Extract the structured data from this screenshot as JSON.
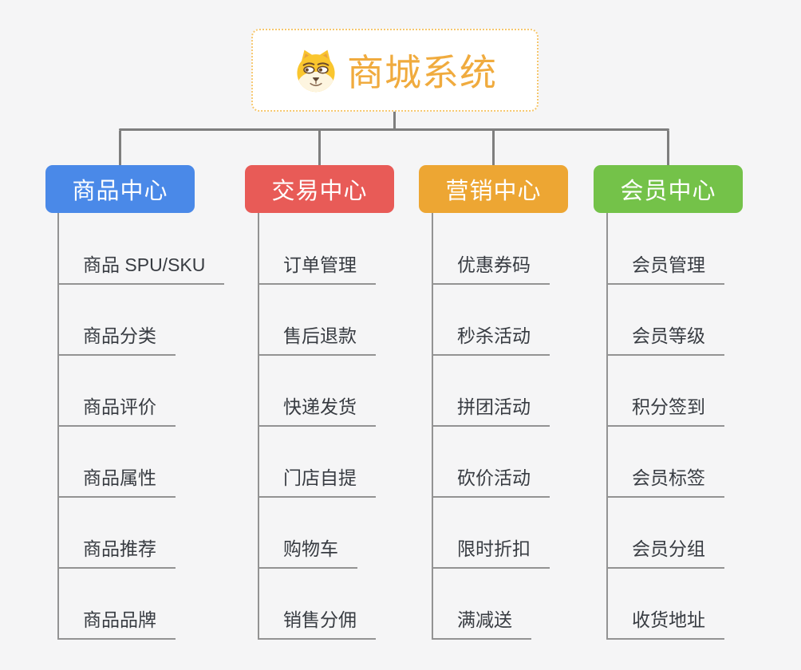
{
  "root": {
    "title": "商城系统",
    "icon": "dog-face-icon",
    "title_color": "#f0ab3e",
    "border_color": "#f6c76e"
  },
  "branches": [
    {
      "label": "商品中心",
      "color": "#4a89e8",
      "children": [
        "商品 SPU/SKU",
        "商品分类",
        "商品评价",
        "商品属性",
        "商品推荐",
        "商品品牌"
      ]
    },
    {
      "label": "交易中心",
      "color": "#e85b57",
      "children": [
        "订单管理",
        "售后退款",
        "快递发货",
        "门店自提",
        "购物车",
        "销售分佣"
      ]
    },
    {
      "label": "营销中心",
      "color": "#eda633",
      "children": [
        "优惠券码",
        "秒杀活动",
        "拼团活动",
        "砍价活动",
        "限时折扣",
        "满减送"
      ]
    },
    {
      "label": "会员中心",
      "color": "#74c249",
      "children": [
        "会员管理",
        "会员等级",
        "积分签到",
        "会员标签",
        "会员分组",
        "收货地址"
      ]
    }
  ],
  "colors": {
    "background": "#f5f5f6",
    "connector": "#7e7e7e",
    "branch_line": "#939393",
    "leaf_text": "#383c42"
  }
}
